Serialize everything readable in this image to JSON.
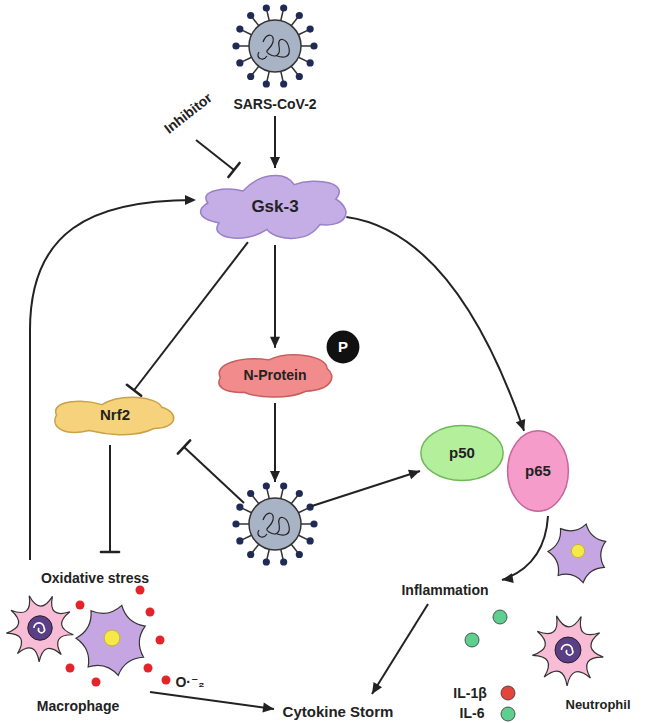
{
  "diagram": {
    "nodes": [
      {
        "text": [
          "SARS-CoV-2"
        ]
      },
      {
        "text": [
          "Gsk-3"
        ]
      },
      {
        "text": [
          "Nrf2"
        ]
      },
      {
        "text": [
          "N-Protein"
        ]
      },
      {
        "text": [
          "P"
        ]
      },
      {
        "text": [
          "p50"
        ]
      },
      {
        "text": [
          "p65"
        ]
      }
    ],
    "edges": [
      {
        "from": 0,
        "to": 1,
        "arrow": "to"
      },
      {
        "from": 1,
        "to": 3,
        "arrow": "to"
      },
      {
        "from": 1,
        "to": 2,
        "arrow": "to"
      },
      {
        "from": 1,
        "to": 6,
        "arrow": "to"
      }
    ],
    "labels": [
      "Inhibitor",
      "Oxidative stress",
      "O·⁻₂",
      "Macrophage",
      "Inflammation",
      "IL-1β",
      "IL-6",
      "Neutrophil",
      "Cytokine Storm"
    ]
  }
}
